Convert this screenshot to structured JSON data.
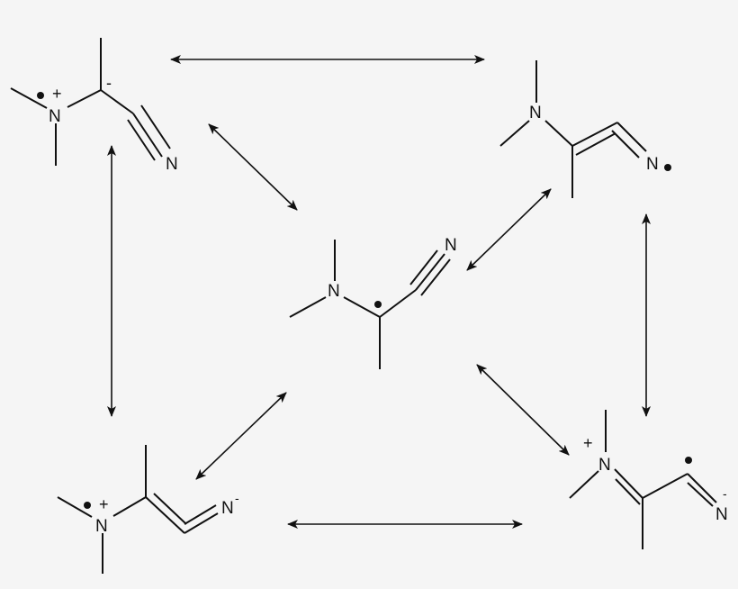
{
  "diagram": {
    "atoms": {
      "nitrogen": "N"
    },
    "charges": {
      "plus": "+",
      "minus": "-"
    },
    "colors": {
      "background": "#f5f5f5",
      "ink": "#111111"
    },
    "structures": [
      {
        "id": "top-left",
        "description_labels": [
          "N",
          "+",
          "-",
          "N"
        ]
      },
      {
        "id": "center",
        "description_labels": [
          "N",
          "N"
        ]
      },
      {
        "id": "top-right",
        "description_labels": [
          "N",
          "N"
        ]
      },
      {
        "id": "bottom-left",
        "description_labels": [
          "N",
          "+",
          "N",
          "-"
        ]
      },
      {
        "id": "bottom-right",
        "description_labels": [
          "N",
          "+",
          "N",
          "-"
        ]
      }
    ],
    "arrow_type": "double-headed resonance arrow"
  }
}
